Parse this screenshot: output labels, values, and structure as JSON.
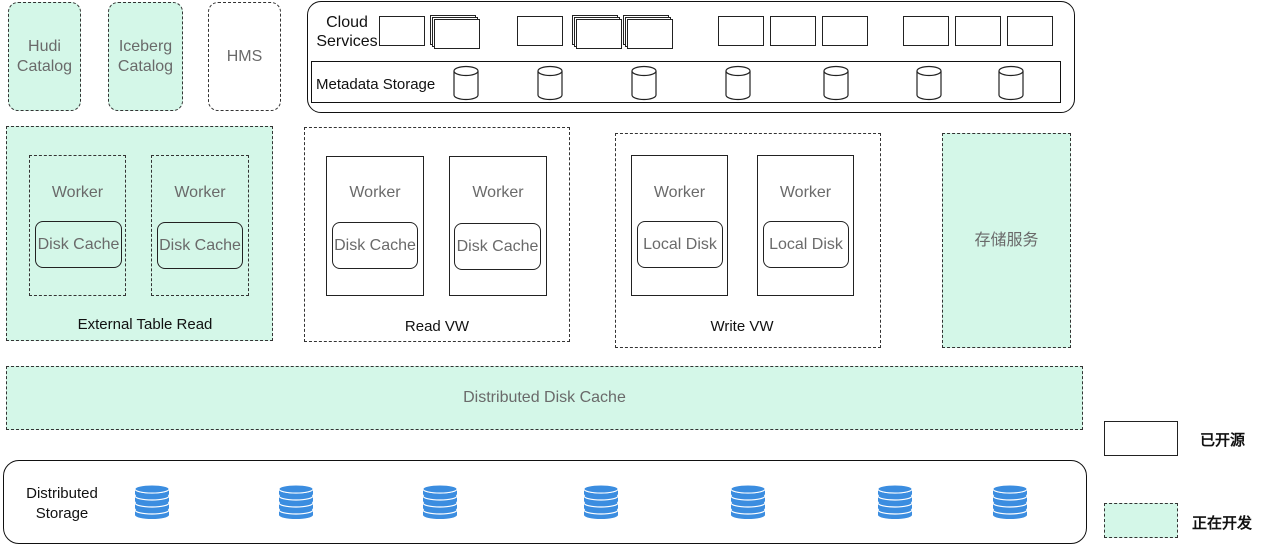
{
  "catalogs": {
    "hudi": "Hudi\nCatalog",
    "iceberg": "Iceberg\nCatalog",
    "hms": "HMS"
  },
  "cloud": {
    "label": "Cloud\nServices",
    "metadata_label": "Metadata Storage"
  },
  "external": {
    "worker_label": "Worker",
    "cache_label": "Disk Cache",
    "title": "External Table Read"
  },
  "read_vw": {
    "worker_label": "Worker",
    "cache_label": "Disk Cache",
    "title": "Read VW"
  },
  "write_vw": {
    "worker_label": "Worker",
    "disk_label": "Local Disk",
    "title": "Write VW"
  },
  "storage_service": {
    "label": "存储服务"
  },
  "distributed_cache": {
    "label": "Distributed Disk Cache"
  },
  "distributed_storage": {
    "label": "Distributed\nStorage"
  },
  "legend": {
    "open_source": "已开源",
    "in_development": "正在开发"
  },
  "colors": {
    "in_development_fill": "#d4f7e8",
    "storage_blue": "#3b8de0",
    "border": "#222222",
    "muted_text": "#6a6a6a"
  },
  "icons": {
    "cloud_service": "server-box-icon",
    "metadata_store": "database-cylinder-icon",
    "storage_disk": "disk-stack-icon"
  }
}
